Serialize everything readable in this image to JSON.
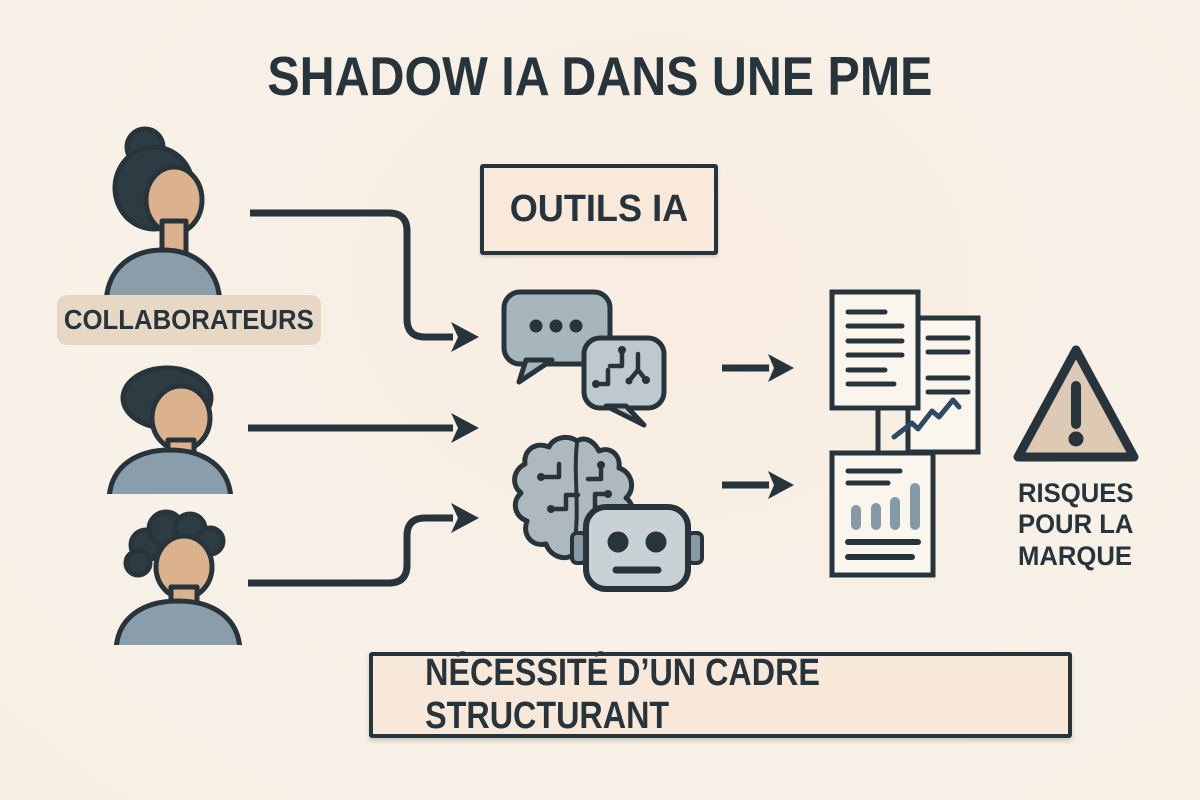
{
  "meta": {
    "background": "#f7f1e6",
    "ink": "#27343c"
  },
  "title": "SHADOW IA DANS UNE PME",
  "collaborators": {
    "label": "COLLABORATEURS",
    "label_bg": "#e6d8c5",
    "avatars": [
      {
        "name": "avatar-woman-bun"
      },
      {
        "name": "avatar-man-short-hair"
      },
      {
        "name": "avatar-man-curly-hair"
      }
    ],
    "colors": {
      "skin": "#dcb28e",
      "shirt": "#8a9dab",
      "hair": "#2d3b43"
    }
  },
  "tools": {
    "label": "OUTILS IA",
    "box_bg": "#f9e9db",
    "icons": [
      "chat-bubbles-icon",
      "ai-brain-icon",
      "robot-head-icon"
    ],
    "colors": {
      "bubble_left": "#a7b6bd",
      "bubble_right": "#bdc9ce",
      "brain": "#aeb9be",
      "robot": "#c9d1d4"
    }
  },
  "outputs": {
    "icons": [
      "text-document-icon",
      "line-chart-document-icon",
      "bar-chart-document-icon"
    ],
    "colors": {
      "paper": "#faf6ee",
      "chart_line": "#2c4a63",
      "bars": "#8599a7"
    }
  },
  "risk": {
    "label": "RISQUES POUR LA MARQUE",
    "icon": "warning-triangle-icon",
    "triangle_fill": "#ddc9b4"
  },
  "footer": {
    "label": "NÉCESSITÉ D’UN CADRE STRUCTURANT",
    "box_bg": "#f7e8da"
  },
  "flow": {
    "arrows": [
      "arrow-collaborator1-to-tools",
      "arrow-collaborator2-to-tools",
      "arrow-collaborator3-to-tools",
      "arrow-tools-to-documents-top",
      "arrow-tools-to-documents-bottom"
    ]
  }
}
